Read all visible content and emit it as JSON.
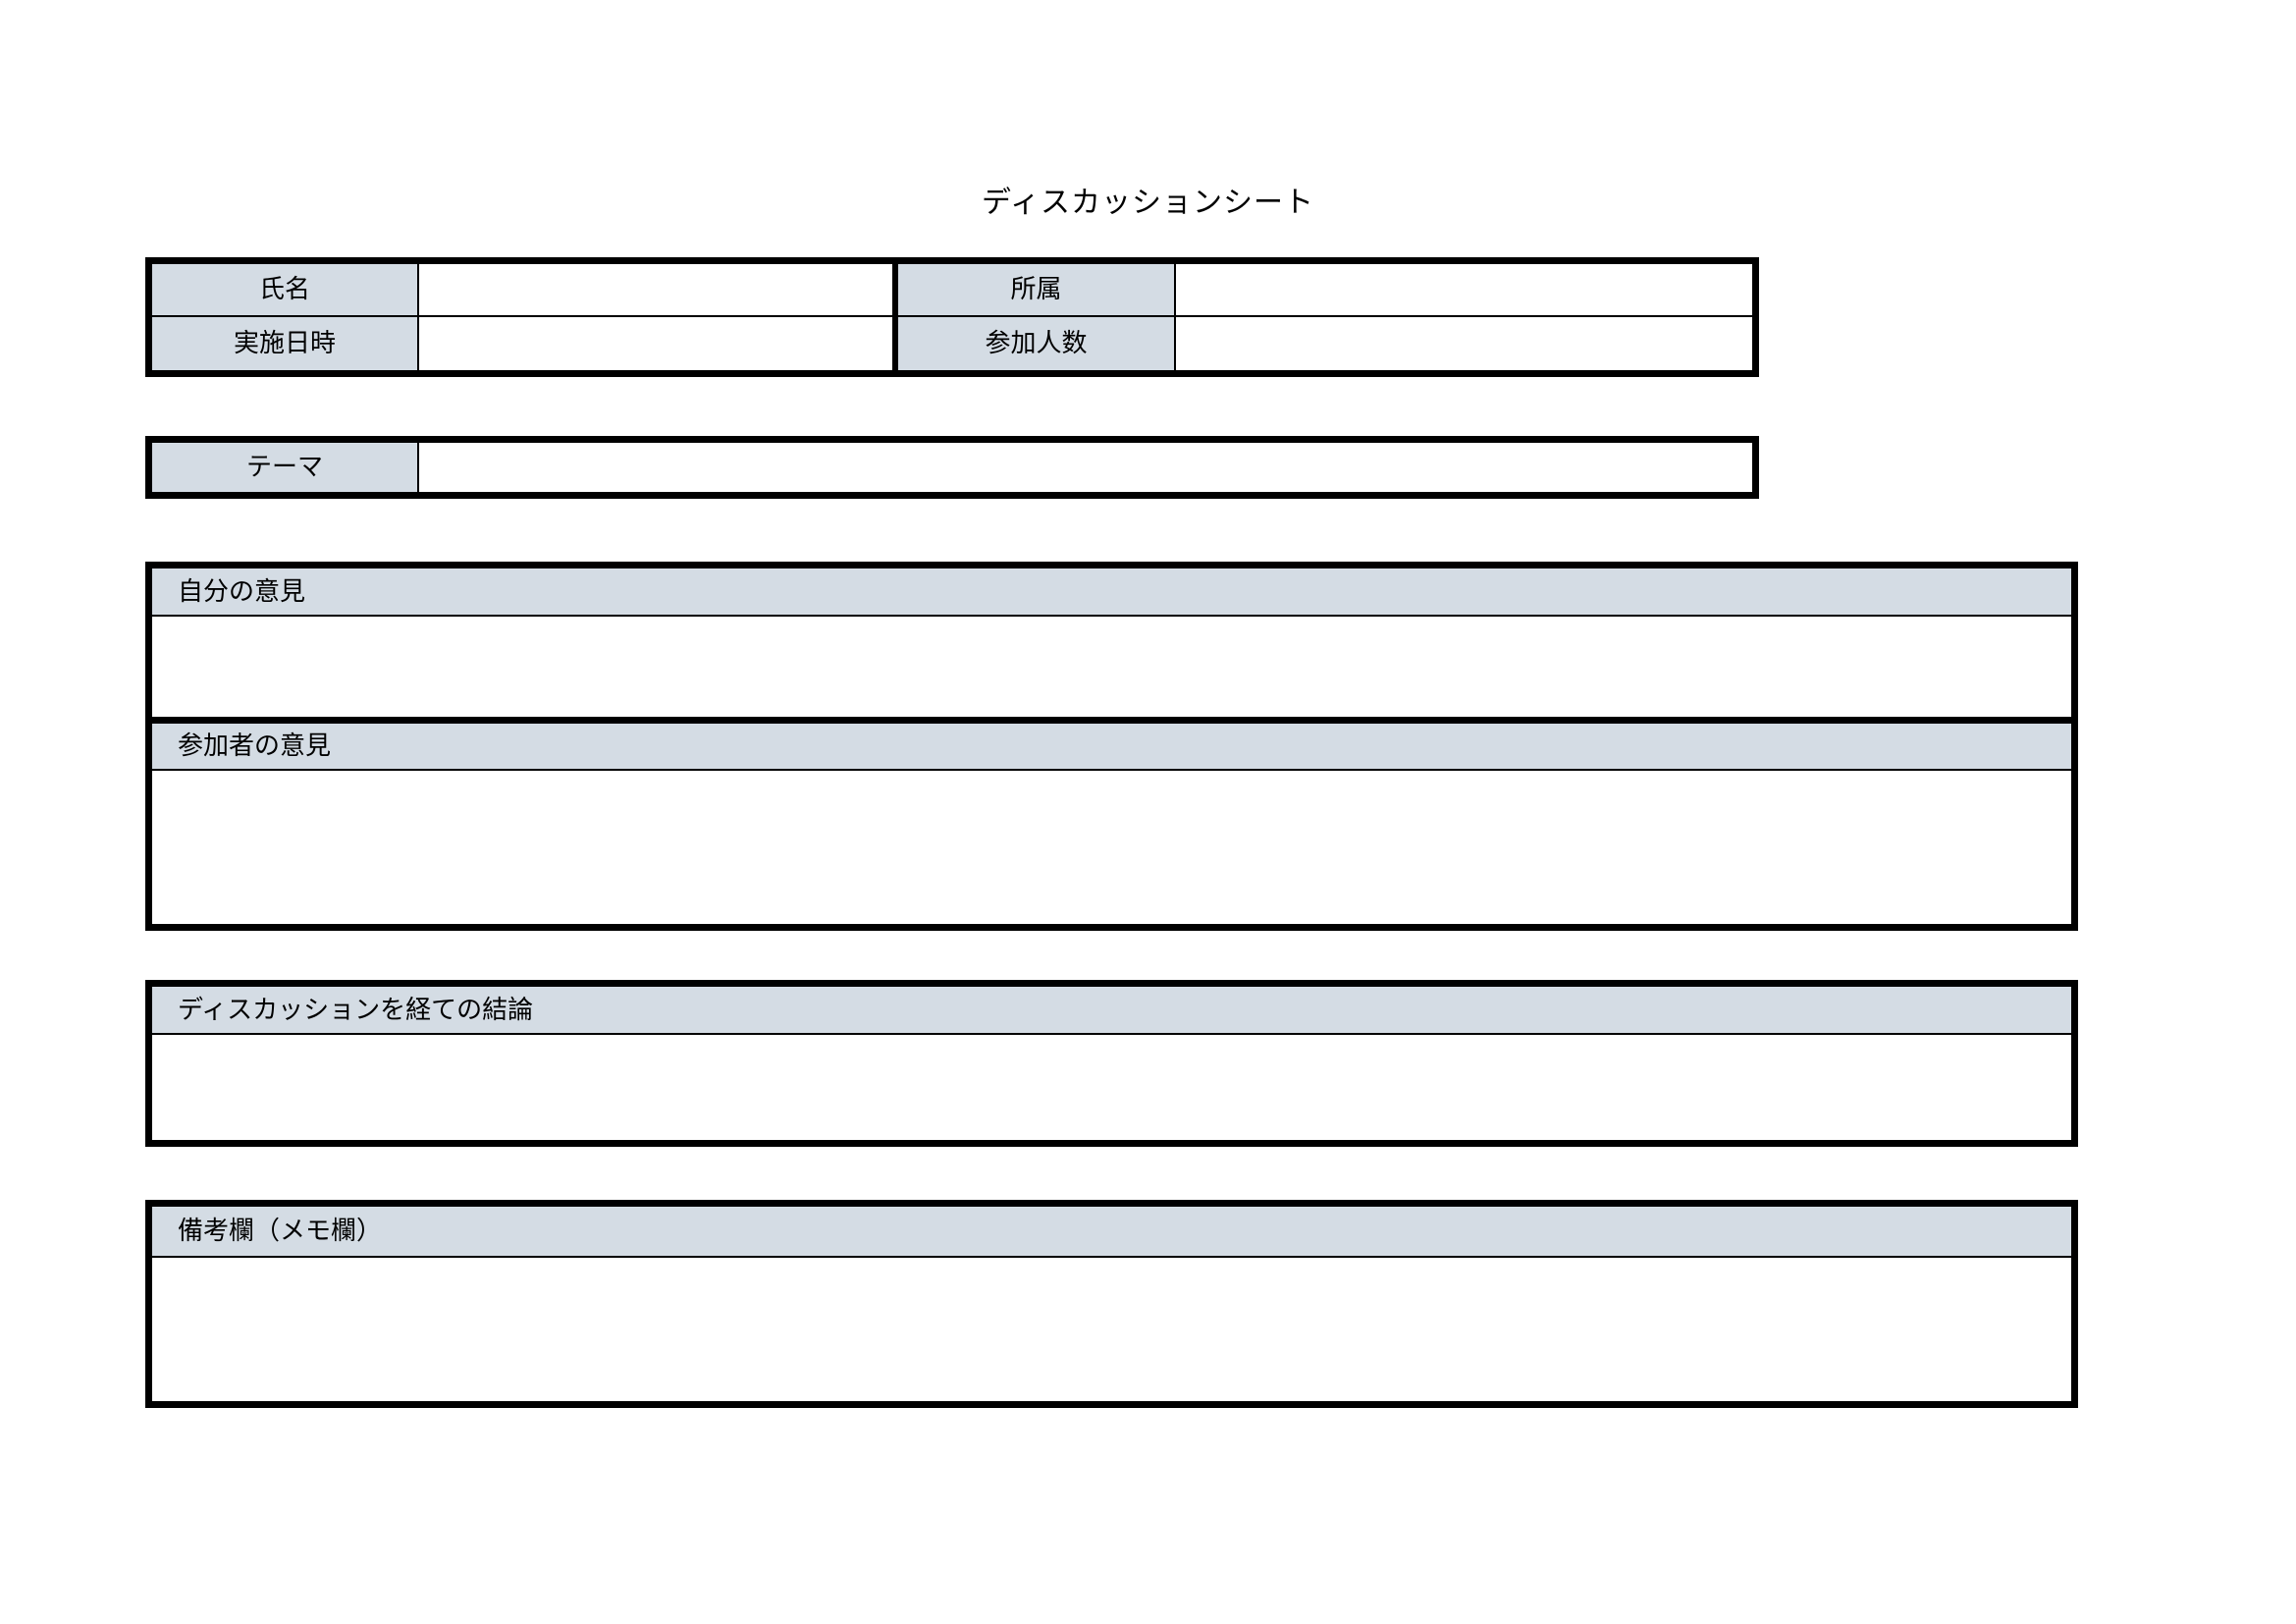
{
  "document": {
    "title": "ディスカッションシート"
  },
  "header_table": {
    "rows": [
      {
        "label_left": "氏名",
        "value_left": "",
        "label_right": "所属",
        "value_right": ""
      },
      {
        "label_left": "実施日時",
        "value_left": "",
        "label_right": "参加人数",
        "value_right": ""
      }
    ]
  },
  "theme": {
    "label": "テーマ",
    "value": ""
  },
  "sections": [
    {
      "id": "own-opinion",
      "heading": "自分の意見",
      "value": ""
    },
    {
      "id": "participant-opinion",
      "heading": "参加者の意見",
      "value": ""
    },
    {
      "id": "conclusion",
      "heading": "ディスカッションを経ての結論",
      "value": ""
    },
    {
      "id": "remarks",
      "heading": "備考欄（メモ欄）",
      "value": ""
    }
  ],
  "style": {
    "header_fill": "#d4dce4",
    "border_color": "#000000",
    "page_background": "#ffffff"
  }
}
